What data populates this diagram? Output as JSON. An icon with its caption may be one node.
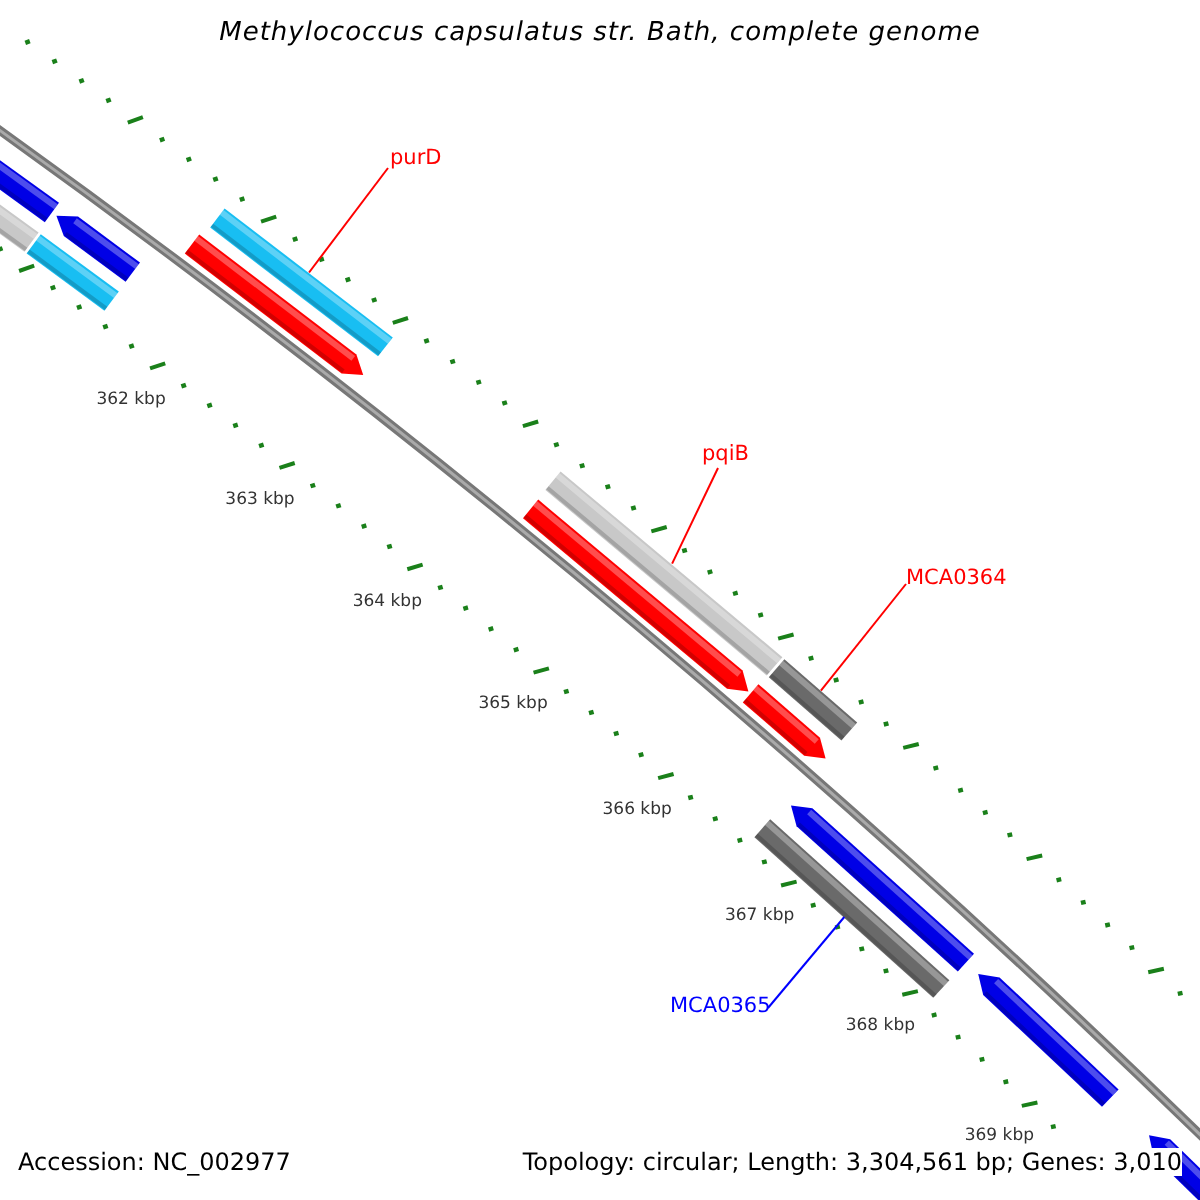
{
  "diagram": {
    "title": "Methylococcus capsulatus str. Bath, complete genome",
    "nodes": [
      {
        "text": [
          "purD"
        ]
      },
      {
        "text": [],
        "shape": "bar"
      },
      {
        "text": [
          "pqiB"
        ]
      },
      {
        "text": [],
        "shape": "bar"
      },
      {
        "text": [
          "MCA0364"
        ]
      },
      {
        "text": [],
        "shape": "bar"
      },
      {
        "text": [
          "MCA0365"
        ]
      },
      {
        "text": [],
        "shape": "bar"
      }
    ],
    "edges": [
      {
        "from": 0,
        "to": 1,
        "arrow": "none"
      },
      {
        "from": 2,
        "to": 3,
        "arrow": "none"
      },
      {
        "from": 4,
        "to": 5,
        "arrow": "none"
      },
      {
        "from": 6,
        "to": 7,
        "arrow": "none",
        "color": "#0000ff"
      }
    ],
    "labels": [
      "362 kbp",
      "363 kbp",
      "364 kbp",
      "365 kbp",
      "366 kbp",
      "367 kbp",
      "368 kbp",
      "369 kbp",
      "Accession: NC_002977",
      "Topology: circular; Length: 3,304,561 bp; Genes: 3,010"
    ]
  }
}
